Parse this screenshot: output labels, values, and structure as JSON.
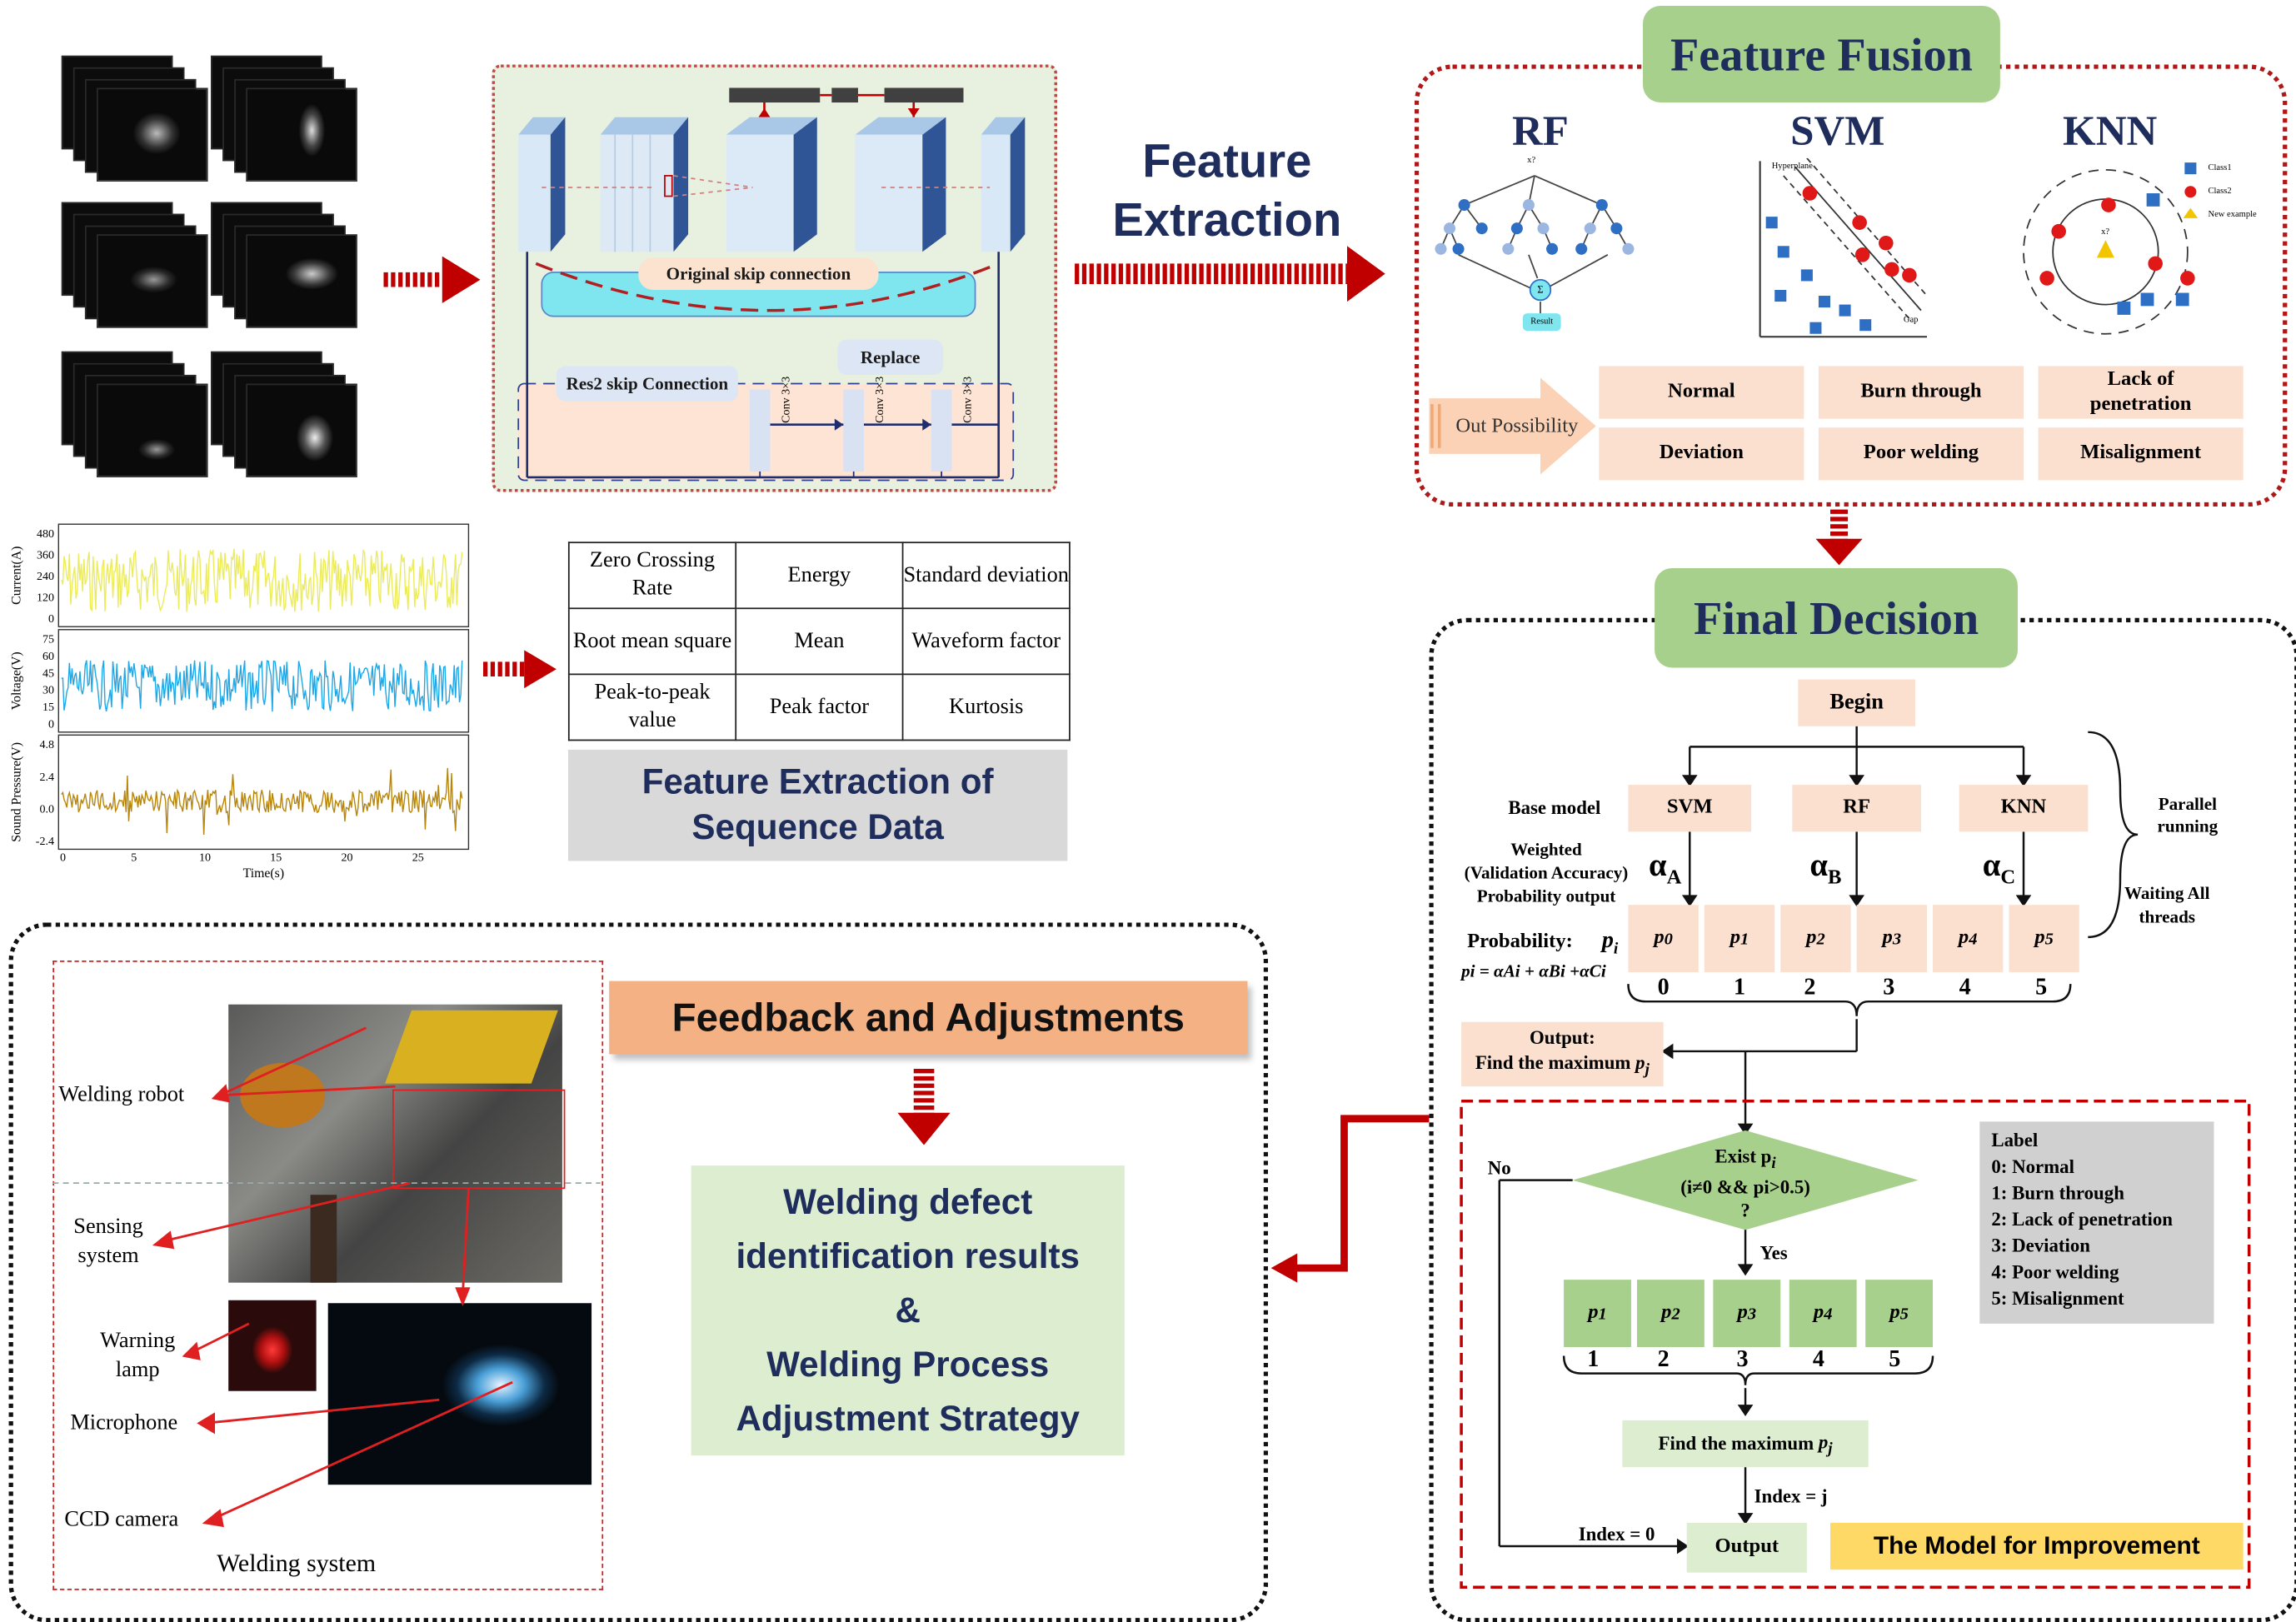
{
  "network": {
    "original_skip": "Original skip connection",
    "res2_skip": "Res2 skip Connection",
    "replace": "Replace",
    "conv": "Conv 3×3"
  },
  "feature_extraction": {
    "line1": "Feature",
    "line2": "Extraction"
  },
  "signals": {
    "current_label": "Current(A)",
    "current_ticks": [
      "480",
      "360",
      "240",
      "120",
      "0"
    ],
    "voltage_label": "Voltage(V)",
    "voltage_ticks": [
      "75",
      "60",
      "45",
      "30",
      "15",
      "0"
    ],
    "sound_label": "Sound Pressure(V)",
    "sound_ticks": [
      "4.8",
      "2.4",
      "0.0",
      "-2.4"
    ],
    "time_ticks": [
      "0",
      "5",
      "10",
      "15",
      "20",
      "25"
    ],
    "time_label": "Time(s)",
    "colors": {
      "current": "#ecec5a",
      "voltage": "#1fa8e8",
      "sound": "#b8860b"
    }
  },
  "feature_table": {
    "rows": [
      [
        "Zero Crossing Rate",
        "Energy",
        "Standard deviation"
      ],
      [
        "Root mean square",
        "Mean",
        "Waveform factor"
      ],
      [
        "Peak-to-peak value",
        "Peak factor",
        "Kurtosis"
      ]
    ],
    "caption_line1": "Feature Extraction of",
    "caption_line2": "Sequence Data"
  },
  "feature_fusion": {
    "title": "Feature Fusion",
    "models": [
      "RF",
      "SVM",
      "KNN"
    ],
    "rf_root": "x?",
    "rf_sum": "Σ",
    "rf_result": "Result",
    "svm_hyperplane": "Hyperplane",
    "svm_gap": "Gap",
    "knn_center": "x?",
    "knn_legend": [
      "Class1",
      "Class2",
      "New example"
    ],
    "out_possibility": "Out Possibility",
    "outcomes": [
      "Normal",
      "Burn through",
      "Lack of penetration",
      "Deviation",
      "Poor welding",
      "Misalignment"
    ]
  },
  "final_decision": {
    "title": "Final Decision",
    "begin": "Begin",
    "base_model": "Base model",
    "models": [
      "SVM",
      "RF",
      "KNN"
    ],
    "parallel": "Parallel running",
    "weighted": [
      "Weighted",
      "(Validation Accuracy)",
      "Probability output"
    ],
    "alphas": [
      "α",
      "α",
      "α"
    ],
    "alpha_subs": [
      "A",
      "B",
      "C"
    ],
    "waiting": "Waiting All threads",
    "probability_label": "Probability:",
    "probability_sym": "p",
    "probability_sub": "i",
    "formula": "pi = αAi + αBi +αCi",
    "p_cells": [
      "0",
      "1",
      "2",
      "3",
      "4",
      "5"
    ],
    "indices": [
      "0",
      "1",
      "2",
      "3",
      "4",
      "5"
    ],
    "output_line1": "Output:",
    "output_line2": "Find the maximum",
    "exist": [
      "Exist p",
      "(i≠0 && pi>0.5)",
      "?"
    ],
    "no": "No",
    "yes": "Yes",
    "p2_cells": [
      "1",
      "2",
      "3",
      "4",
      "5"
    ],
    "indices2": [
      "1",
      "2",
      "3",
      "4",
      "5"
    ],
    "find_max": "Find the maximum",
    "index_j": "Index = j",
    "index_0": "Index = 0",
    "output": "Output",
    "improvement": "The Model for Improvement",
    "labels": [
      "Label",
      "0: Normal",
      "1: Burn through",
      "2: Lack of penetration",
      "3: Deviation",
      "4: Poor welding",
      "5: Misalignment"
    ]
  },
  "welding": {
    "parts": [
      "Welding robot",
      "Sensing system",
      "Warning lamp",
      "Microphone",
      "CCD camera"
    ],
    "caption": "Welding system"
  },
  "feedback": {
    "title": "Feedback and Adjustments",
    "results": [
      "Welding defect",
      "identification results",
      "&",
      "Welding Process",
      "Adjustment Strategy"
    ]
  },
  "colors": {
    "arrow": "#c00000",
    "green_header": "#a8d08d",
    "peach": "#fbe0cf",
    "orange_header": "#f4b183",
    "yellow": "#ffd966",
    "navy": "#1f2d5c"
  }
}
